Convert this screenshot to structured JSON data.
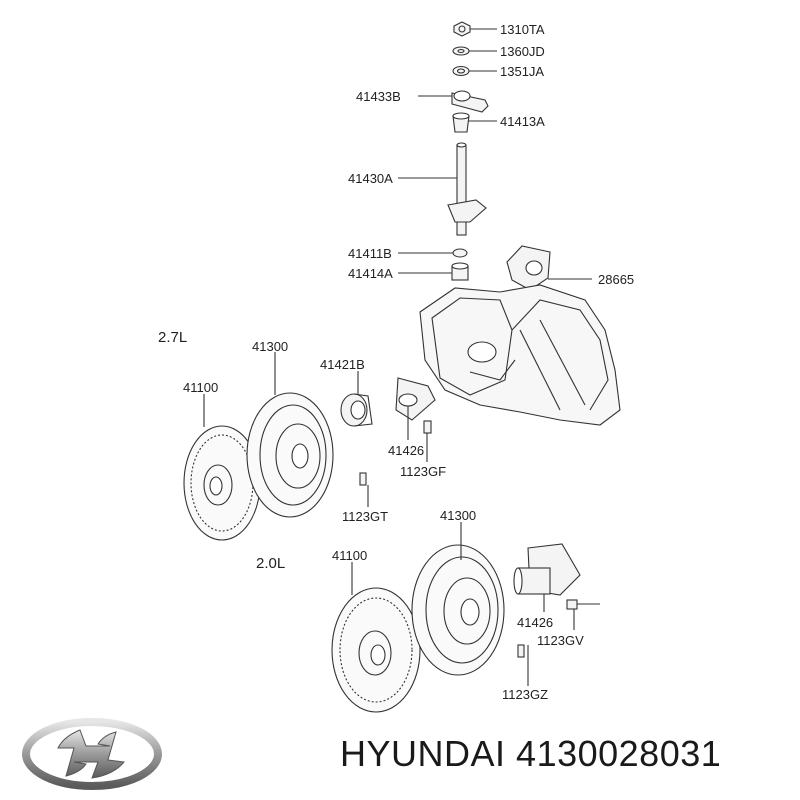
{
  "engine_labels": {
    "v27": "2.7L",
    "v20": "2.0L"
  },
  "parts": {
    "p1310TA": "1310TA",
    "p1360JD": "1360JD",
    "p1351JA": "1351JA",
    "p41433B": "41433B",
    "p41413A": "41413A",
    "p41430A": "41430A",
    "p41411B": "41411B",
    "p41414A": "41414A",
    "p28665": "28665",
    "p41300_top": "41300",
    "p41421B": "41421B",
    "p41100_top": "41100",
    "p41426_top": "41426",
    "p1123GF": "1123GF",
    "p1123GT": "1123GT",
    "p41300_bottom": "41300",
    "p41100_bottom": "41100",
    "p41426_bottom": "41426",
    "p1123GV": "1123GV",
    "p1123GZ": "1123GZ"
  },
  "footer": {
    "brand": "HYUNDAI",
    "part_number": "4130028031"
  },
  "logo": {
    "icon": "hyundai-logo-icon"
  }
}
